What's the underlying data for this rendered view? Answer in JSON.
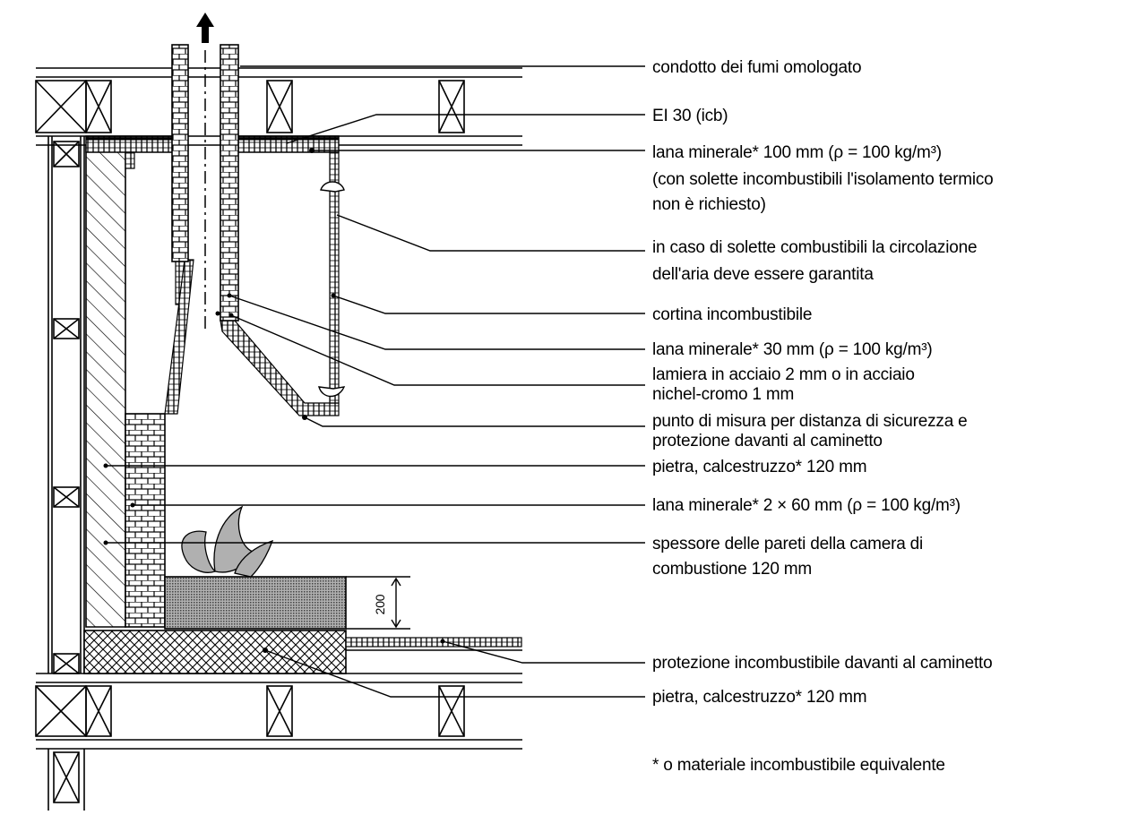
{
  "diagram": {
    "labels": {
      "flue": "condotto dei fumi omologato",
      "ei30": "EI 30 (icb)",
      "wool100_a": "lana minerale* 100 mm (ρ = 100 kg/m³)",
      "wool100_b": "(con solette incombustibili l'isolamento termico",
      "wool100_c": "non è richiesto)",
      "air_a": "in caso di solette combustibili la circolazione",
      "air_b": "dell'aria deve essere garantita",
      "curtain": "cortina incombustibile",
      "wool30": "lana minerale* 30 mm (ρ = 100 kg/m³)",
      "steel_a": "lamiera in acciaio 2 mm o in acciaio",
      "steel_b": "nichel-cromo 1 mm",
      "measure_a": "punto di misura per distanza di sicurezza e",
      "measure_b": "protezione davanti al caminetto",
      "stone1": "pietra, calcestruzzo* 120 mm",
      "wool2x60": "lana minerale* 2 × 60 mm (ρ = 100 kg/m³)",
      "wall_a": "spessore delle pareti della camera di",
      "wall_b": "combustione 120 mm",
      "protection": "protezione incombustibile davanti al caminetto",
      "stone2": "pietra, calcestruzzo* 120 mm",
      "footnote": "* o materiale incombustibile equivalente",
      "dimension": "200"
    },
    "colors": {
      "line": "#000000",
      "shade": "#808080",
      "flame": "#b0b0b0"
    }
  }
}
